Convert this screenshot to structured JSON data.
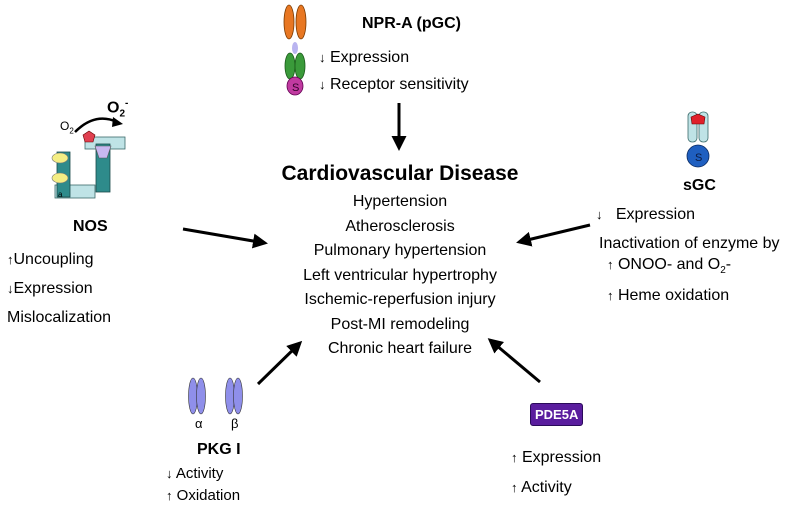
{
  "center": {
    "title": "Cardiovascular Disease",
    "items": [
      "Hypertension",
      "Atherosclerosis",
      "Pulmonary hypertension",
      "Left ventricular hypertrophy",
      "Ischemic-reperfusion injury",
      "Post-MI remodeling",
      "Chronic heart failure"
    ]
  },
  "npra": {
    "title": "NPR-A (pGC)",
    "items": [
      {
        "dir": "down",
        "text": "Expression"
      },
      {
        "dir": "down",
        "text": "Receptor sensitivity"
      }
    ]
  },
  "nos": {
    "title": "NOS",
    "o2": "O",
    "o2_sub": "2",
    "o2minus": "O",
    "o2minus_sub": "2",
    "o2minus_sup": "-",
    "items": [
      {
        "dir": "up",
        "text": "Uncoupling"
      },
      {
        "dir": "down",
        "text": "Expression"
      },
      {
        "dir": "",
        "text": "Mislocalization"
      }
    ]
  },
  "sgc": {
    "title": "sGC",
    "expr": {
      "dir": "down",
      "text": "Expression"
    },
    "inactivation": "Inactivation of enzyme by",
    "onoo": {
      "dir": "up",
      "text": "ONOO- and O",
      "sub": "2",
      "tail": "-"
    },
    "heme": {
      "dir": "up",
      "text": "Heme oxidation"
    }
  },
  "pkg": {
    "title": "PKG I",
    "alpha": "α",
    "beta": "β",
    "items": [
      {
        "dir": "down",
        "text": "Activity"
      },
      {
        "dir": "up",
        "text": "Oxidation"
      }
    ]
  },
  "pde": {
    "title": "PDE5A",
    "items": [
      {
        "dir": "up",
        "text": "Expression"
      },
      {
        "dir": "up",
        "text": "Activity"
      }
    ]
  },
  "colors": {
    "npr_top": "#e87722",
    "npr_mid": "#3a9a3a",
    "npr_bot": "#c03aa0",
    "npr_joint": "#b9b4f0",
    "sgc_red": "#e0202a",
    "sgc_blue": "#1f5fc0",
    "sgc_cyl": "#bfe3e6",
    "nos_teal": "#2e8b8b",
    "nos_light": "#bfe3e6",
    "nos_yellow": "#f4ee84",
    "pkg": "#8f8fea",
    "pde": "#5a1d9e"
  }
}
